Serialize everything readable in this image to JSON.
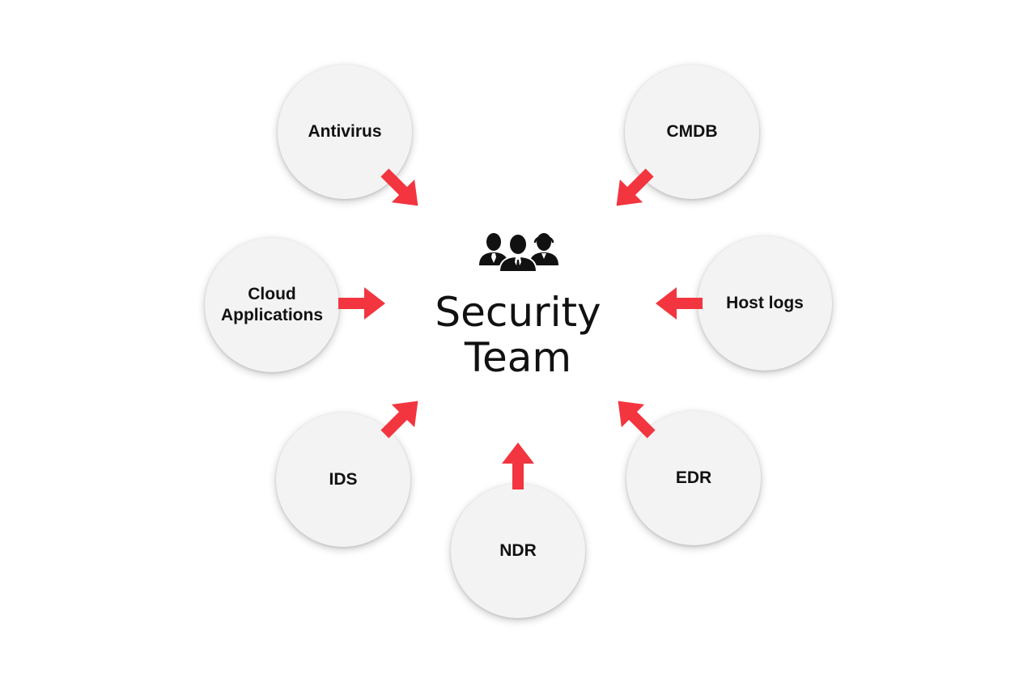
{
  "center": {
    "title": "Security\nTeam",
    "icon": "team-icon"
  },
  "sources": [
    {
      "id": "antivirus",
      "label": "Antivirus"
    },
    {
      "id": "cmdb",
      "label": "CMDB"
    },
    {
      "id": "cloud-applications",
      "label": "Cloud\nApplications"
    },
    {
      "id": "host-logs",
      "label": "Host logs"
    },
    {
      "id": "ids",
      "label": "IDS"
    },
    {
      "id": "edr",
      "label": "EDR"
    },
    {
      "id": "ndr",
      "label": "NDR"
    }
  ],
  "colors": {
    "arrow": "#f2353f",
    "node_fill": "#f3f3f3",
    "text": "#111111"
  }
}
